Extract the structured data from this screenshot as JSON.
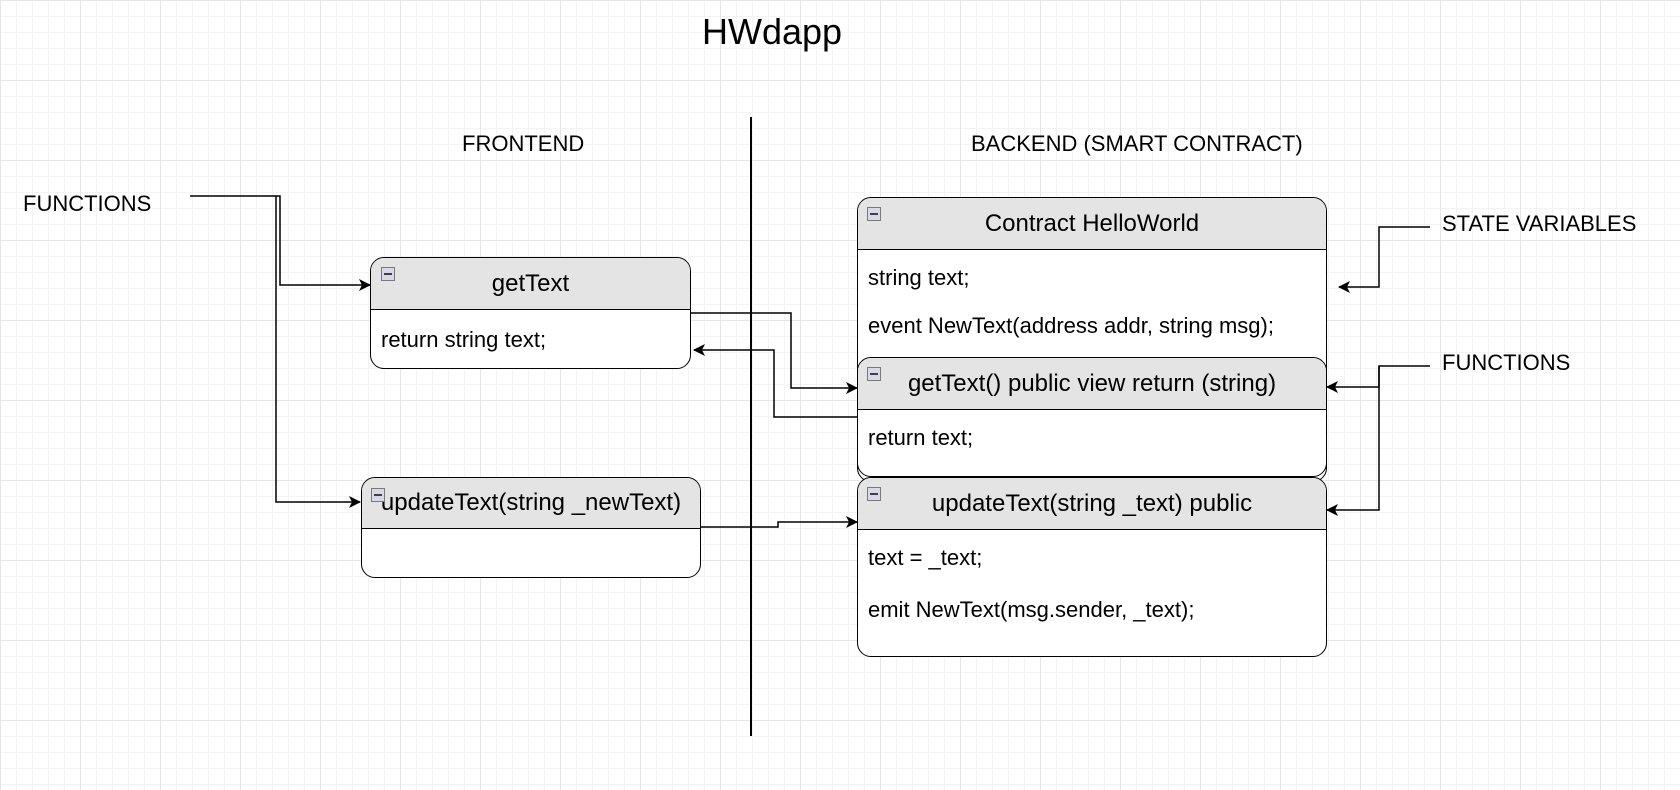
{
  "title": "HWdapp",
  "sections": {
    "frontend": "FRONTEND",
    "backend": "BACKEND (SMART CONTRACT)"
  },
  "annotations": {
    "functions_left": "FUNCTIONS",
    "state_variables": "STATE VARIABLES",
    "functions_right": "FUNCTIONS"
  },
  "frontend": {
    "get_text": {
      "header": "getText",
      "rows": [
        "return string text;"
      ]
    },
    "update_text": {
      "header": "updateText(string _newText)",
      "rows": []
    }
  },
  "backend": {
    "contract": {
      "header": "Contract HelloWorld",
      "rows": [
        "string text;",
        "event NewText(address addr, string msg);"
      ]
    },
    "get_text": {
      "header": "getText() public view return (string)",
      "rows": [
        "return text;"
      ]
    },
    "update_text": {
      "header": "updateText(string _text) public",
      "rows": [
        "text = _text;",
        "emit NewText(msg.sender, _text);"
      ]
    }
  }
}
